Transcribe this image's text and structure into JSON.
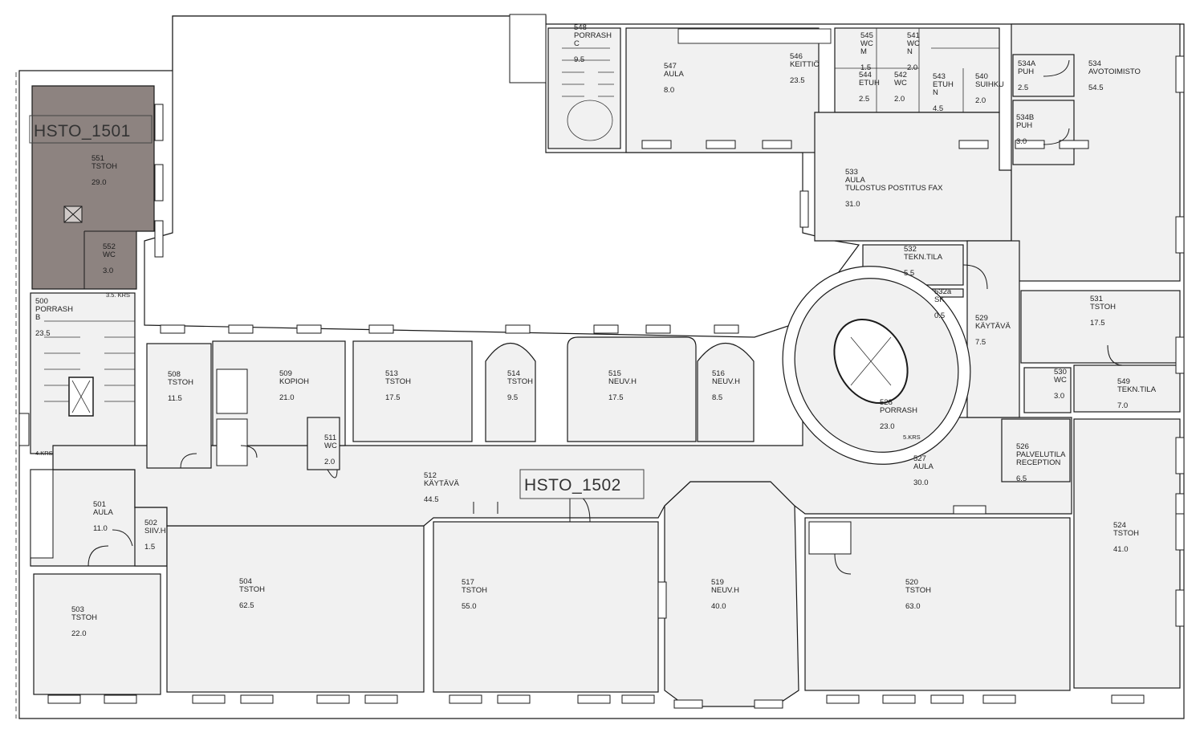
{
  "zones": {
    "hsto_1501": "HSTO_1501",
    "hsto_1502": "HSTO_1502"
  },
  "level_marks": {
    "floor_35": "3.5. KRS",
    "floor_4": "4.KRS",
    "floor_5": "5.KRS"
  },
  "colors": {
    "highlight": "#8d8380",
    "floor": "#f1f1f1",
    "wall": "#ffffff",
    "line": "#1a1a1a"
  },
  "rooms": [
    {
      "number": "551",
      "name": [
        "TSTOH"
      ],
      "area": "29.0"
    },
    {
      "number": "552",
      "name": [
        "WC"
      ],
      "area": "3.0"
    },
    {
      "number": "500",
      "name": [
        "PORRASH",
        "B"
      ],
      "area": "23.5"
    },
    {
      "number": "548",
      "name": [
        "PORRASH",
        "C"
      ],
      "area": "9.5"
    },
    {
      "number": "547",
      "name": [
        "AULA"
      ],
      "area": "8.0"
    },
    {
      "number": "546",
      "name": [
        "KEITTIÖ"
      ],
      "area": "23.5"
    },
    {
      "number": "545",
      "name": [
        "WC",
        "M"
      ],
      "area": "1.5"
    },
    {
      "number": "541",
      "name": [
        "WC",
        "N"
      ],
      "area": "2.0"
    },
    {
      "number": "544",
      "name": [
        "ETUH"
      ],
      "area": "2.5"
    },
    {
      "number": "542",
      "name": [
        "WC"
      ],
      "area": "2.0"
    },
    {
      "number": "543",
      "name": [
        "ETUH",
        "N"
      ],
      "area": "4.5"
    },
    {
      "number": "540",
      "name": [
        "SUIHKU"
      ],
      "area": "2.0"
    },
    {
      "number": "534A",
      "name": [
        "PUH"
      ],
      "area": "2.5"
    },
    {
      "number": "534B",
      "name": [
        "PUH"
      ],
      "area": "3.0"
    },
    {
      "number": "534",
      "name": [
        "AVOTOIMISTO"
      ],
      "area": "54.5"
    },
    {
      "number": "533",
      "name": [
        "AULA",
        "TULOSTUS POSTITUS FAX"
      ],
      "area": "31.0"
    },
    {
      "number": "532",
      "name": [
        "TEKN.TILA"
      ],
      "area": "5.5"
    },
    {
      "number": "532a",
      "name": [
        "SK"
      ],
      "area": "0.5"
    },
    {
      "number": "529",
      "name": [
        "KÄYTÄVÄ"
      ],
      "area": "7.5"
    },
    {
      "number": "531",
      "name": [
        "TSTOH"
      ],
      "area": "17.5"
    },
    {
      "number": "530",
      "name": [
        "WC"
      ],
      "area": "3.0"
    },
    {
      "number": "549",
      "name": [
        "TEKN.TILA"
      ],
      "area": "7.0"
    },
    {
      "number": "528",
      "name": [
        "PORRASH"
      ],
      "area": "23.0"
    },
    {
      "number": "527",
      "name": [
        "AULA"
      ],
      "area": "30.0"
    },
    {
      "number": "526",
      "name": [
        "PALVELUTILA",
        "RECEPTION"
      ],
      "area": "6.5"
    },
    {
      "number": "524",
      "name": [
        "TSTOH"
      ],
      "area": "41.0"
    },
    {
      "number": "508",
      "name": [
        "TSTOH"
      ],
      "area": "11.5"
    },
    {
      "number": "509",
      "name": [
        "KOPIOH"
      ],
      "area": "21.0"
    },
    {
      "number": "511",
      "name": [
        "WC"
      ],
      "area": "2.0"
    },
    {
      "number": "513",
      "name": [
        "TSTOH"
      ],
      "area": "17.5"
    },
    {
      "number": "514",
      "name": [
        "TSTOH"
      ],
      "area": "9.5"
    },
    {
      "number": "515",
      "name": [
        "NEUV.H"
      ],
      "area": "17.5"
    },
    {
      "number": "516",
      "name": [
        "NEUV.H"
      ],
      "area": "8.5"
    },
    {
      "number": "512",
      "name": [
        "KÄYTÄVÄ"
      ],
      "area": "44.5"
    },
    {
      "number": "501",
      "name": [
        "AULA"
      ],
      "area": "11.0"
    },
    {
      "number": "502",
      "name": [
        "SIIV.H"
      ],
      "area": "1.5"
    },
    {
      "number": "503",
      "name": [
        "TSTOH"
      ],
      "area": "22.0"
    },
    {
      "number": "504",
      "name": [
        "TSTOH"
      ],
      "area": "62.5"
    },
    {
      "number": "517",
      "name": [
        "TSTOH"
      ],
      "area": "55.0"
    },
    {
      "number": "519",
      "name": [
        "NEUV.H"
      ],
      "area": "40.0"
    },
    {
      "number": "520",
      "name": [
        "TSTOH"
      ],
      "area": "63.0"
    }
  ]
}
